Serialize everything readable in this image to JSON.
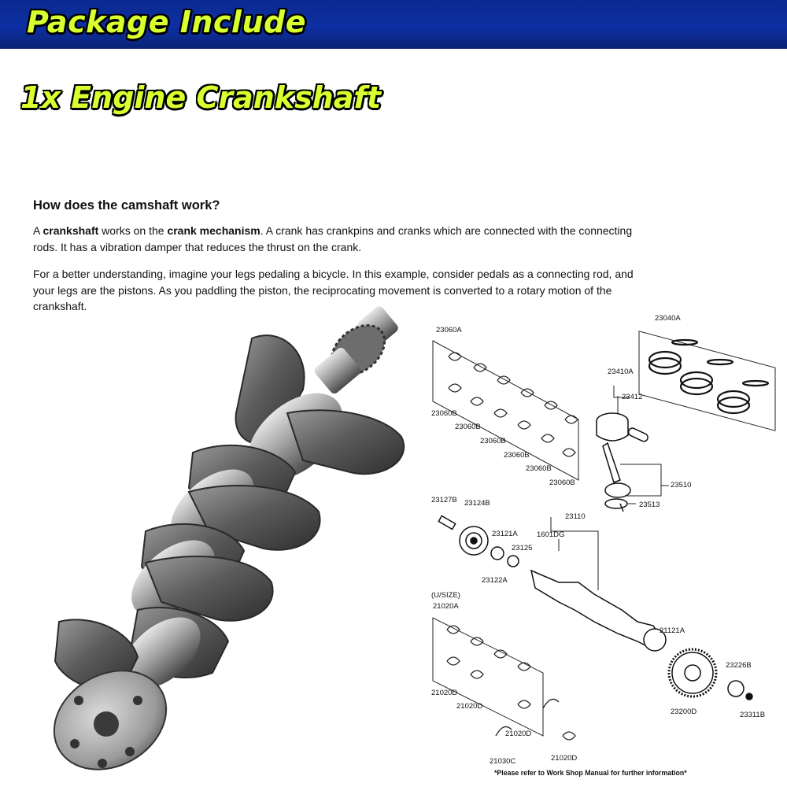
{
  "banner": {
    "title": "Package Include"
  },
  "package": {
    "item": "1x Engine Crankshaft"
  },
  "article": {
    "heading": "How does the camshaft work?",
    "p1": {
      "a": "A ",
      "b": "crankshaft",
      "c": " works on the ",
      "d": "crank mechanism",
      "e": ". A crank has crankpins and cranks which are connected with the connecting rods. It has a vibration damper that reduces the thrust on the crank."
    },
    "p2": "For a better understanding, imagine your legs pedaling a bicycle. In this example, consider pedals as a connecting rod, and your legs are the pistons. As you paddling the piston, the reciprocating movement is converted to a rotary motion of the crankshaft."
  },
  "diagram": {
    "labels": {
      "l23060A": "23060A",
      "l23040A": "23040A",
      "l23410A": "23410A",
      "l23412": "23412",
      "l23060B_1": "23060B",
      "l23060B_2": "23060B",
      "l23060B_3": "23060B",
      "l23060B_4": "23060B",
      "l23060B_5": "23060B",
      "l23060B_6": "23060B",
      "l23510": "23510",
      "l23513": "23513",
      "l23127B": "23127B",
      "l23124B": "23124B",
      "l23110": "23110",
      "l23121A": "23121A",
      "l1601DG": "1601DG",
      "l23125": "23125",
      "l23122A": "23122A",
      "lusize": "(U/SIZE)",
      "l21020A": "21020A",
      "l21121A": "21121A",
      "l23226B": "23226B",
      "l21020D_1": "21020D",
      "l21020D_2": "21020D",
      "l21020D_3": "21020D",
      "l21020D_4": "21020D",
      "l23200D": "23200D",
      "l23311B": "23311B",
      "l21030C": "21030C"
    },
    "note": "*Please refer to Work Shop Manual for further information*"
  }
}
